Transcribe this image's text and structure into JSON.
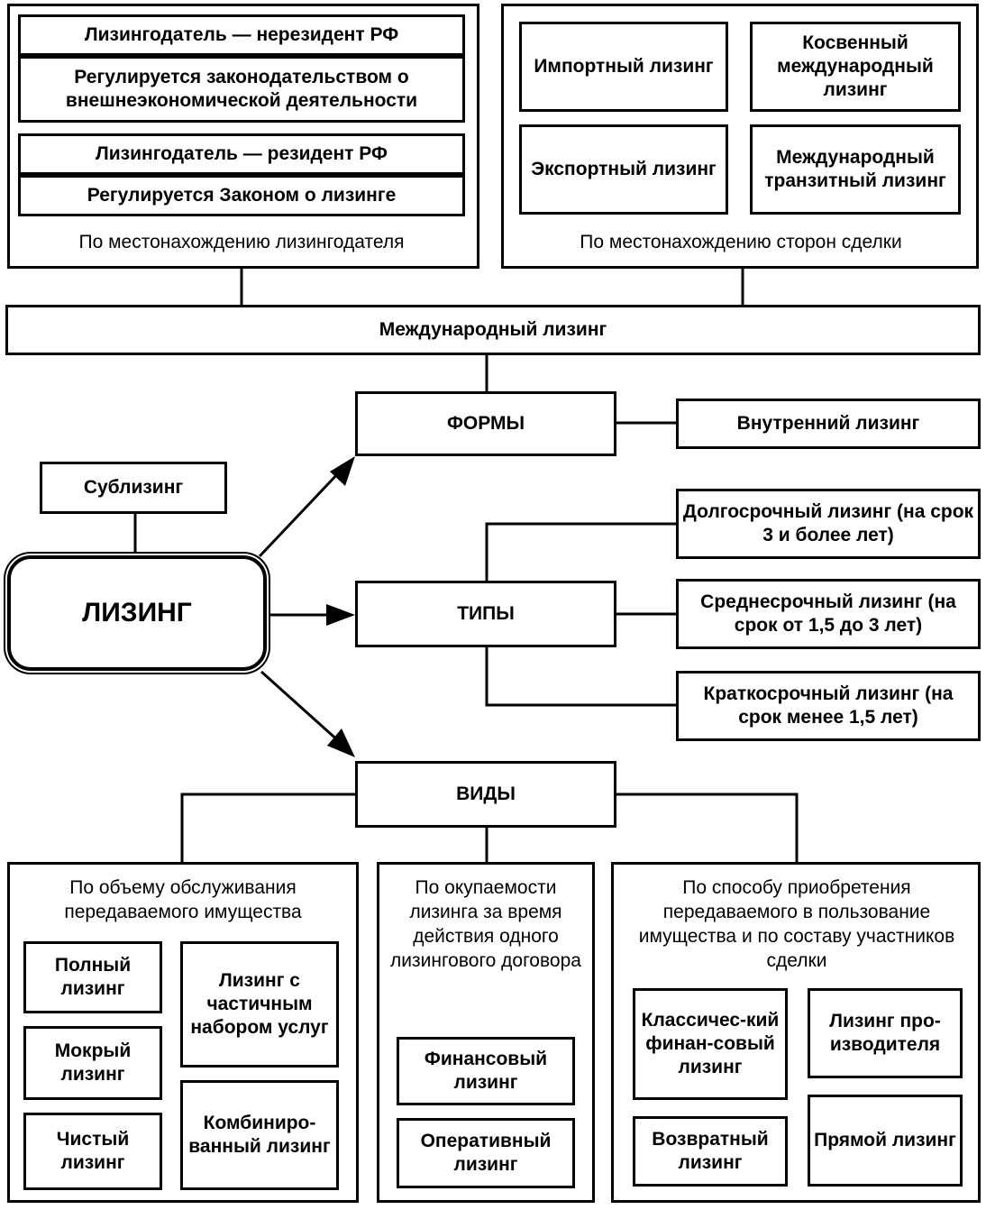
{
  "top_left": {
    "nonresident": "Лизингодатель — нерезидент РФ",
    "nonresident_law": "Регулируется законодательством о внешнеэкономической деятельности",
    "resident": "Лизингодатель — резидент РФ",
    "resident_law": "Регулируется Законом о лизинге",
    "caption": "По местонахождению лизингодателя"
  },
  "top_right": {
    "import": "Импортный лизинг",
    "indirect": "Косвенный международный лизинг",
    "export": "Экспортный лизинг",
    "transit": "Международный транзитный лизинг",
    "caption": "По местонахождению сторон сделки"
  },
  "international": "Международный лизинг",
  "forms": "ФОРМЫ",
  "internal": "Внутренний лизинг",
  "sublease": "Сублизинг",
  "leasing": "ЛИЗИНГ",
  "types": "ТИПЫ",
  "long_term": "Долгосрочный лизинг (на срок 3 и более лет)",
  "medium_term": "Среднесрочный лизинг (на срок от 1,5 до 3 лет)",
  "short_term": "Краткосрочный лизинг (на срок менее 1,5 лет)",
  "kinds": "ВИДЫ",
  "service": {
    "caption": "По объему обслуживания передаваемого имущества",
    "full": "Полный лизинг",
    "partial": "Лизинг с частичным набором услуг",
    "wet": "Мокрый лизинг",
    "combined": "Комбиниро-ванный лизинг",
    "net": "Чистый лизинг"
  },
  "payback": {
    "caption": "По окупаемости лизинга за время действия одного лизингового договора",
    "financial": "Финансовый лизинг",
    "operating": "Оперативный лизинг"
  },
  "acquisition": {
    "caption": "По способу приобретения передаваемого в пользование имущества и по составу участников сделки",
    "classic": "Классичес-кий финан-совый лизинг",
    "producer": "Лизинг про-изводителя",
    "leaseback": "Возвратный лизинг",
    "direct": "Прямой лизинг"
  }
}
